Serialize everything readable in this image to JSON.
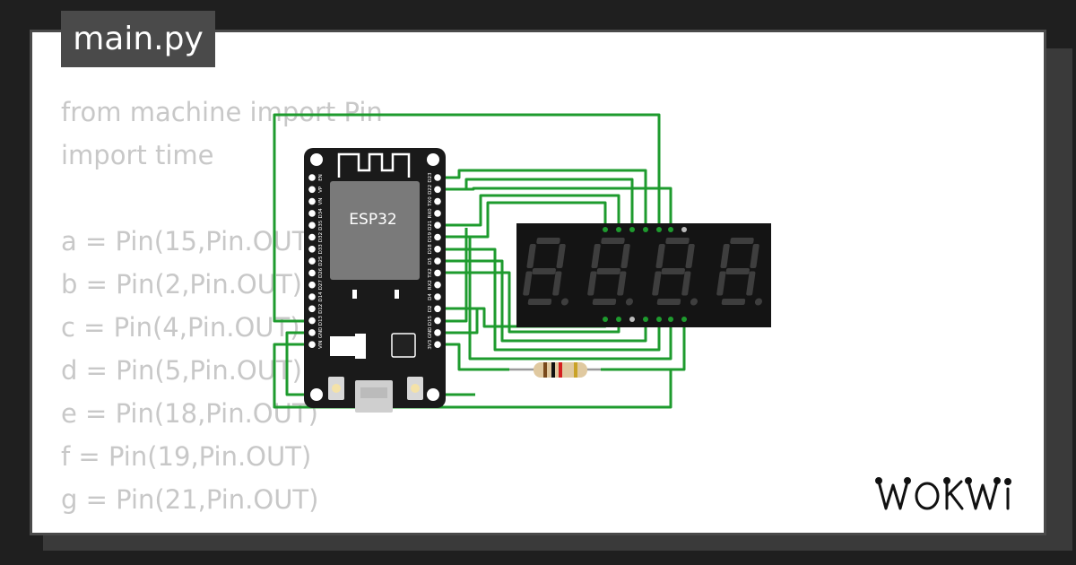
{
  "file_tab": {
    "label": "main.py"
  },
  "code_lines": [
    "from machine import Pin",
    "import time",
    "",
    "a = Pin(15,Pin.OUT)",
    "b = Pin(2,Pin.OUT)",
    "c = Pin(4,Pin.OUT)",
    "d = Pin(5,Pin.OUT)",
    "e = Pin(18,Pin.OUT)",
    "f = Pin(19,Pin.OUT)",
    "g = Pin(21,Pin.OUT)"
  ],
  "esp32": {
    "chip_label": "ESP32",
    "left_pins": [
      "EN",
      "VP",
      "VN",
      "D34",
      "D35",
      "D32",
      "D33",
      "D25",
      "D26",
      "D27",
      "D14",
      "D12",
      "D13",
      "GND",
      "VIN"
    ],
    "right_pins": [
      "D23",
      "D22",
      "TX0",
      "RX0",
      "D21",
      "D19",
      "D18",
      "D5",
      "TX2",
      "RX2",
      "D4",
      "D2",
      "D15",
      "GND",
      "3V3"
    ]
  },
  "display": {
    "digits": 4
  },
  "brand": {
    "logo_text": "WOKWI"
  },
  "colors": {
    "wire": "#1e9b2e",
    "board": "#1a1a1a",
    "display_bg": "#141414",
    "segment_off": "#3e3e3e"
  }
}
